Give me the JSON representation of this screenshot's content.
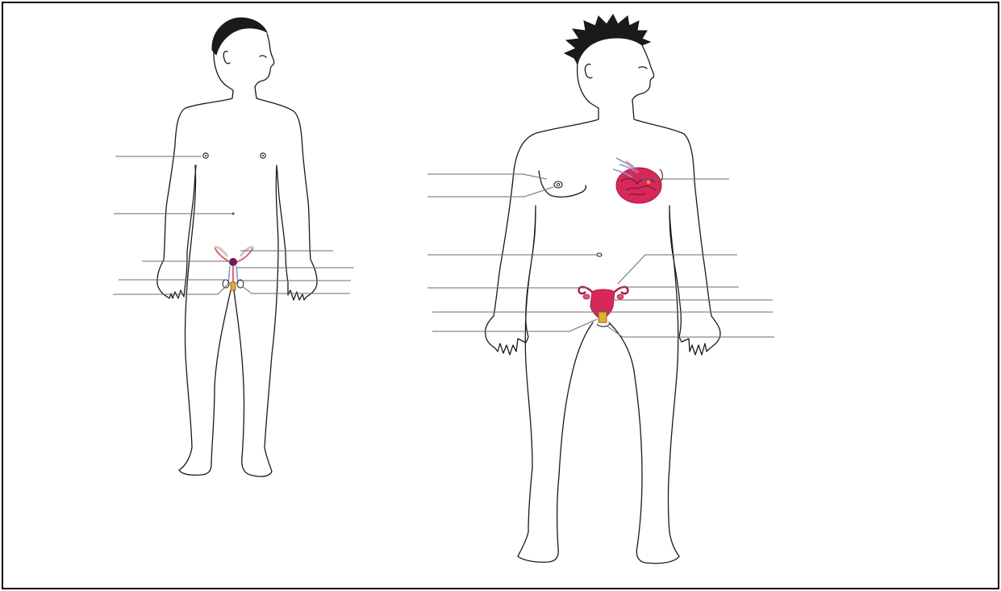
{
  "diagram": {
    "labels_shown": false,
    "colors": {
      "outline": "#1a1a1a",
      "leader_line": "#6b6b6b",
      "frame": "#000000",
      "organ_fill": "#d8285a",
      "organ_dark": "#a8163f",
      "vessel_blue": "#8d93d6",
      "vessel_red": "#d96a6a",
      "gland_purple": "#6a1a5a",
      "accent_yellow": "#e0b030"
    },
    "figures": [
      {
        "name": "left-figure",
        "icons": [
          "nipple-icon",
          "navel-icon",
          "reproductive-organs-icon"
        ],
        "leader_line_count": 8
      },
      {
        "name": "right-figure",
        "icons": [
          "nipple-icon",
          "breast-gland-icon",
          "navel-icon",
          "uterus-icon"
        ],
        "leader_line_count": 12
      }
    ]
  }
}
